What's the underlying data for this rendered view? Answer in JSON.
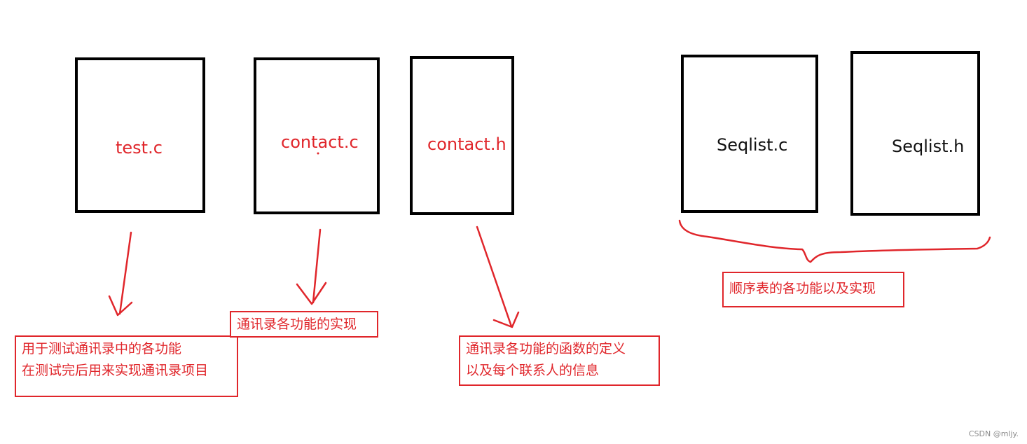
{
  "files": {
    "test_c": "test.c",
    "contact_c": "contact.c",
    "contact_h": "contact.h",
    "seqlist_c": "Seqlist.c",
    "seqlist_h": "Seqlist.h"
  },
  "notes": {
    "test_c": {
      "line1": "用于测试通讯录中的各功能",
      "line2": "在测试完后用来实现通讯录项目"
    },
    "contact_c": {
      "line1": "通讯录各功能的实现"
    },
    "contact_h": {
      "line1": "通讯录各功能的函数的定义",
      "line2": "以及每个联系人的信息"
    },
    "seqlist": {
      "line1": "顺序表的各功能以及实现"
    }
  },
  "watermark": "CSDN @mljy.",
  "colors": {
    "annotation_red": "#e0262b",
    "box_border": "#000000"
  }
}
